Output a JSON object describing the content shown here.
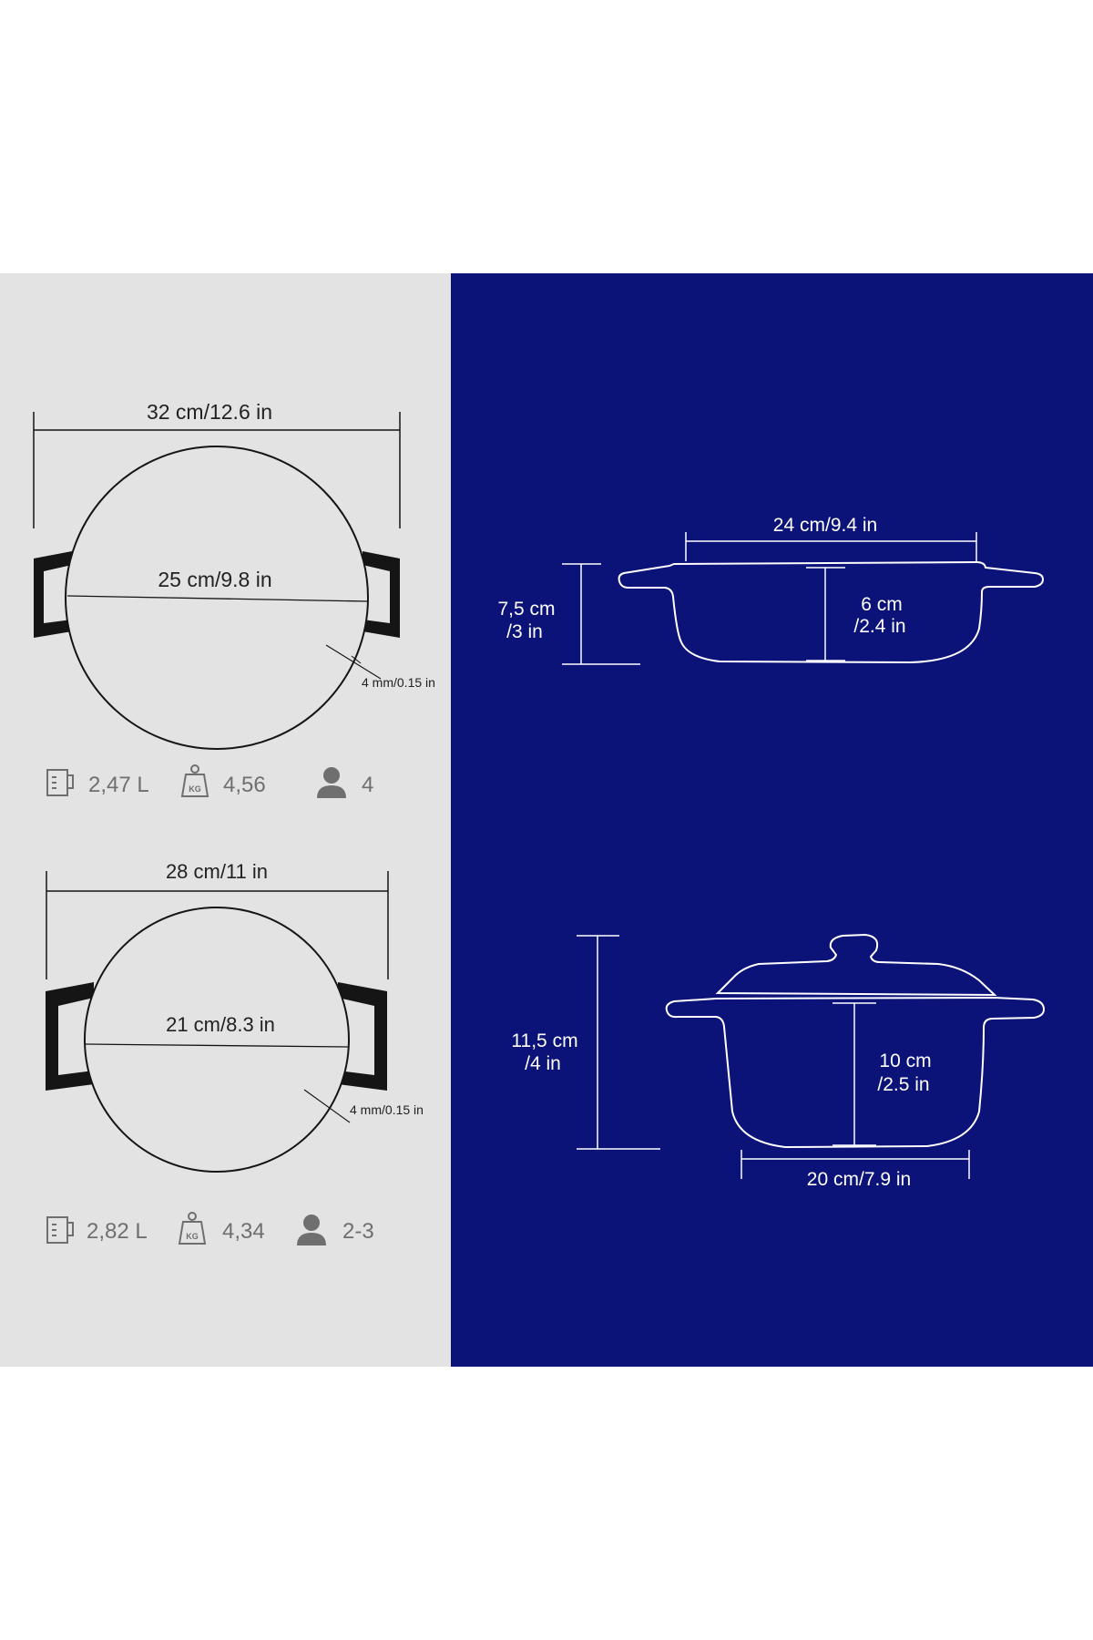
{
  "colors": {
    "left_panel": "#e3e3e3",
    "right_panel": "#0b1379",
    "line_dark": "#151515",
    "line_light": "#ffffff",
    "icon_grey": "#6f6f6f"
  },
  "top_pan": {
    "outer_width": "32 cm/12.6 in",
    "inner_diameter": "25 cm/9.8 in",
    "wall": "4 mm/0.15 in",
    "specs": {
      "capacity": "2,47 L",
      "weight": "4,56",
      "servings": "4",
      "icons": [
        "measuring-jug-icon",
        "kg-weight-icon",
        "person-icon"
      ]
    },
    "side": {
      "width": "24 cm/9.4 in",
      "height_line1": "7,5 cm",
      "height_line2": "/3 in",
      "depth_line1": "6 cm",
      "depth_line2": "/2.4 in"
    }
  },
  "bottom_pot": {
    "outer_width": "28 cm/11 in",
    "inner_diameter": "21 cm/8.3 in",
    "wall": "4 mm/0.15 in",
    "specs": {
      "capacity": "2,82 L",
      "weight": "4,34",
      "servings": "2-3",
      "icons": [
        "measuring-jug-icon",
        "kg-weight-icon",
        "person-icon"
      ]
    },
    "side": {
      "base_width": "20 cm/7.9 in",
      "height_line1": "11,5 cm",
      "height_line2": "/4 in",
      "depth_line1": "10 cm",
      "depth_line2": "/2.5 in"
    }
  }
}
